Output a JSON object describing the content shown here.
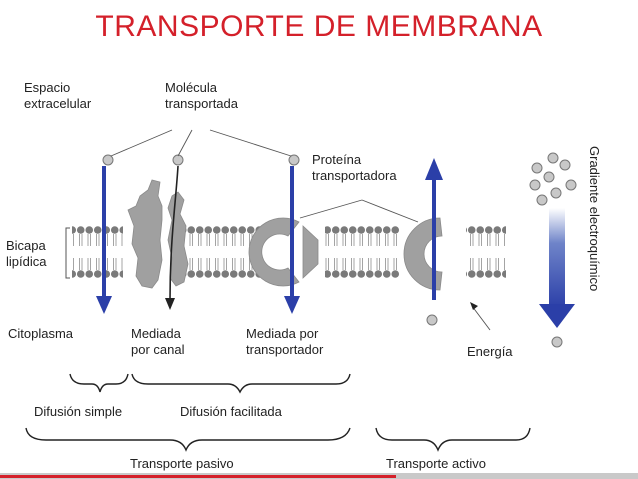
{
  "title": "TRANSPORTE DE MEMBRANA",
  "labels": {
    "extracellular_1": "Espacio",
    "extracellular_2": "extracelular",
    "molecule_1": "Molécula",
    "molecule_2": "transportada",
    "protein_1": "Proteína",
    "protein_2": "transportadora",
    "bilayer_1": "Bicapa",
    "bilayer_2": "lipídica",
    "cytoplasm": "Citoplasma",
    "channel_1": "Mediada",
    "channel_2": "por canal",
    "carrier_1": "Mediada por",
    "carrier_2": "transportador",
    "energy": "Energía",
    "gradient_1": "Gradiente",
    "gradient_2": "electroquímico",
    "simple_diffusion": "Difusión simple",
    "facilitated_diffusion": "Difusión facilitada",
    "passive_transport": "Transporte pasivo",
    "active_transport": "Transporte activo"
  },
  "colors": {
    "title": "#d4202a",
    "arrow_blue": "#2b3fa8",
    "protein_gray": "#9a9a9a",
    "lipid_head": "#7a7a7a",
    "progress_red": "#d4202a"
  },
  "video_progress": 0.62
}
